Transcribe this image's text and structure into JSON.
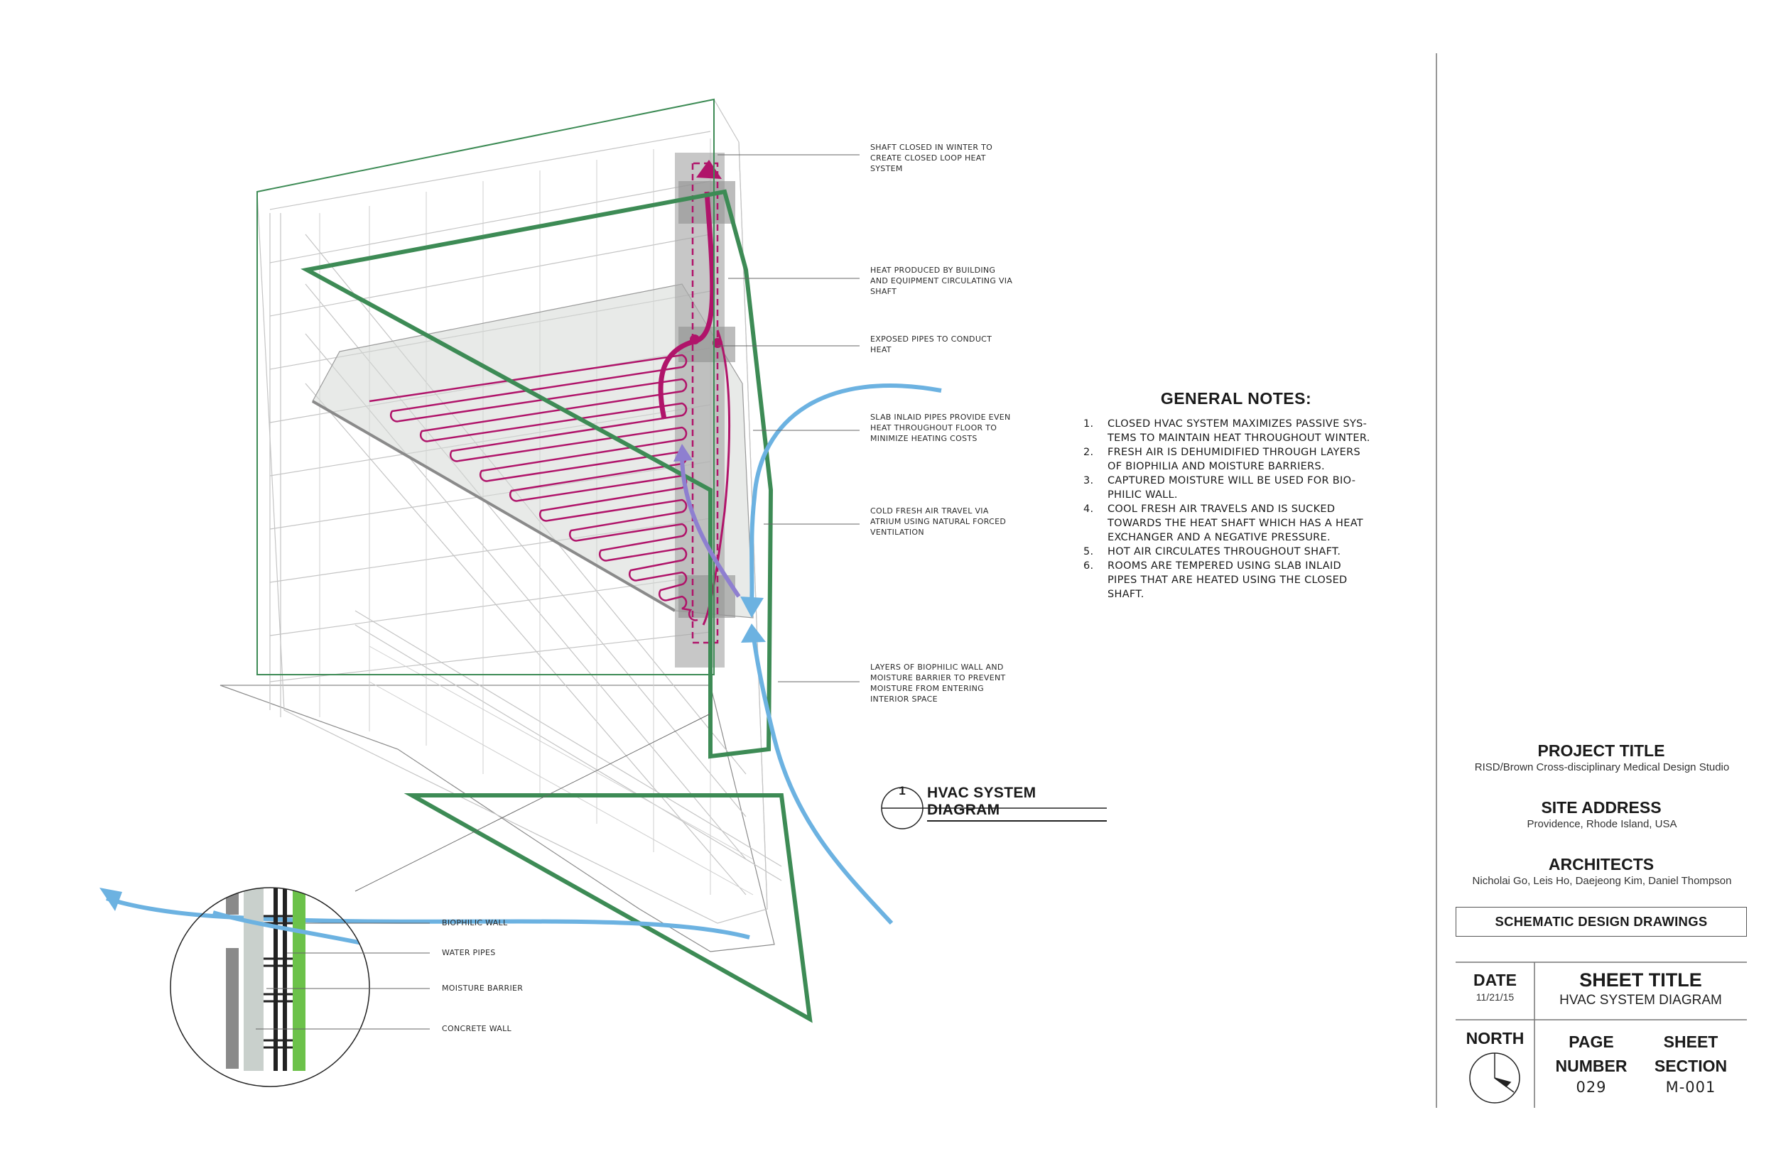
{
  "diagram": {
    "title_number": "1",
    "title": "HVAC SYSTEM DIAGRAM",
    "callouts": [
      "SHAFT CLOSED IN WINTER TO CREATE CLOSED LOOP HEAT SYSTEM",
      "HEAT PRODUCED BY BUILDING AND EQUIPMENT CIRCULATING VIA SHAFT",
      "EXPOSED PIPES TO CONDUCT HEAT",
      "SLAB INLAID PIPES PROVIDE EVEN HEAT THROUGHOUT FLOOR TO MINIMIZE HEATING COSTS",
      "COLD FRESH AIR TRAVEL VIA ATRIUM USING NATURAL FORCED VENTILATION",
      "LAYERS OF BIOPHILIC WALL AND MOISTURE BARRIER TO PREVENT MOISTURE FROM ENTERING INTERIOR SPACE"
    ],
    "detail_labels": [
      "BIOPHILIC WALL",
      "WATER PIPES",
      "MOISTURE BARRIER",
      "CONCRETE WALL"
    ],
    "colors": {
      "envelope_green": "#3d8b55",
      "heat_magenta": "#b0146a",
      "cool_air_blue": "#6cb2e1",
      "mixed_air_purple": "#8e7fd0",
      "biophilic_green": "#6cc24a",
      "shaft_gray": "#a9a9a9"
    }
  },
  "general_notes": {
    "heading": "GENERAL NOTES:",
    "items": [
      {
        "num": "1.",
        "lines": [
          "CLOSED HVAC SYSTEM MAXIMIZES PASSIVE SYS-",
          "TEMS TO MAINTAIN HEAT THROUGHOUT WINTER."
        ]
      },
      {
        "num": "2.",
        "lines": [
          "FRESH AIR IS DEHUMIDIFIED THROUGH LAYERS",
          "OF BIOPHILIA AND MOISTURE BARRIERS."
        ]
      },
      {
        "num": "3.",
        "lines": [
          "CAPTURED MOISTURE WILL BE USED FOR BIO-",
          "PHILIC WALL."
        ]
      },
      {
        "num": "4.",
        "lines": [
          "COOL FRESH AIR TRAVELS AND IS SUCKED",
          "TOWARDS THE HEAT SHAFT WHICH HAS A HEAT",
          "EXCHANGER AND A NEGATIVE PRESSURE."
        ]
      },
      {
        "num": "5.",
        "lines": [
          "HOT AIR CIRCULATES THROUGHOUT SHAFT."
        ]
      },
      {
        "num": "6.",
        "lines": [
          "ROOMS ARE TEMPERED USING SLAB INLAID",
          "PIPES THAT ARE HEATED USING THE CLOSED",
          "SHAFT."
        ]
      }
    ]
  },
  "title_block": {
    "project_title_label": "PROJECT TITLE",
    "project_title": "RISD/Brown Cross-disciplinary Medical Design Studio",
    "site_address_label": "SITE ADDRESS",
    "site_address": "Providence, Rhode Island, USA",
    "architects_label": "ARCHITECTS",
    "architects": "Nicholai Go, Leis Ho, Daejeong Kim, Daniel Thompson",
    "drawing_set": "SCHEMATIC DESIGN DRAWINGS",
    "date_label": "DATE",
    "date": "11/21/15",
    "sheet_title_label": "SHEET TITLE",
    "sheet_title": "HVAC SYSTEM DIAGRAM",
    "north_label": "NORTH",
    "page_number_label_1": "PAGE",
    "page_number_label_2": "NUMBER",
    "page_number": "029",
    "sheet_section_label_1": "SHEET",
    "sheet_section_label_2": "SECTION",
    "sheet_section": "M-001"
  }
}
